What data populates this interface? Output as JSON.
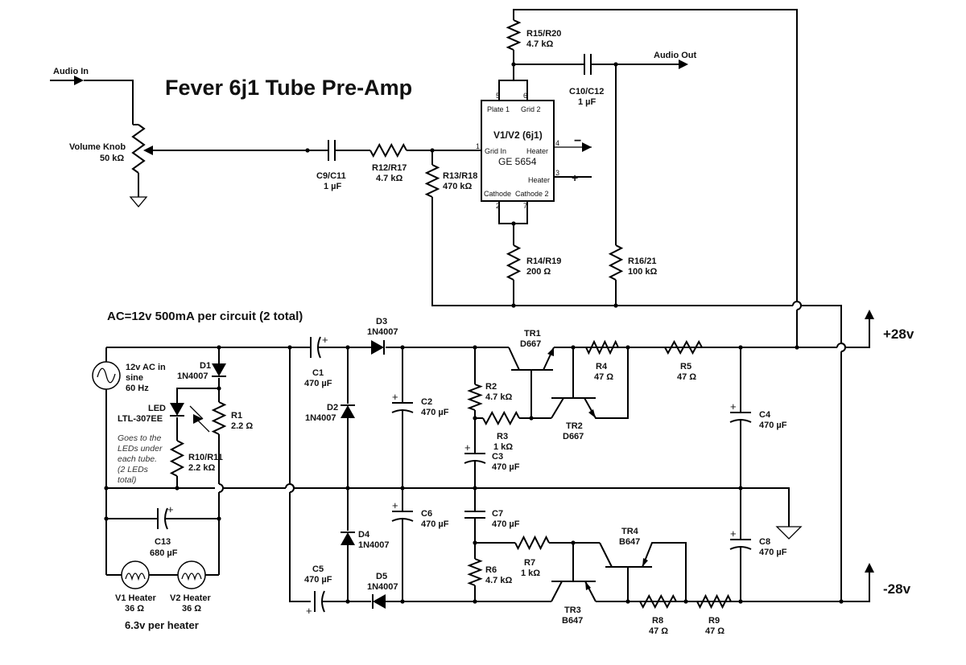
{
  "title": "Fever 6j1 Tube Pre-Amp",
  "audio_in": "Audio In",
  "audio_out": "Audio Out",
  "ac_note": "AC=12v 500mA per circuit (2 total)",
  "heater_note": "6.3v per heater",
  "led_note": [
    "Goes to the",
    "LEDs under",
    "each tube.",
    "(2 LEDs",
    "total)"
  ],
  "rails": {
    "positive": "+28v",
    "negative": "-28v"
  },
  "tube": {
    "name": "V1/V2 (6j1)",
    "part": "GE 5654",
    "pins": {
      "plate1": "Plate 1",
      "grid2": "Grid 2",
      "grid_in": "Grid In",
      "heater_a": "Heater",
      "heater_b": "Heater",
      "cathode": "Cathode",
      "cathode2": "Cathode 2"
    },
    "pin_numbers": [
      "5",
      "6",
      "1",
      "4",
      "3",
      "2",
      "7"
    ],
    "heater_signs": [
      "−",
      "+"
    ]
  },
  "components": {
    "pot": {
      "ref": "Volume Knob",
      "value": "50 kΩ"
    },
    "c9": {
      "ref": "C9/C11",
      "value": "1 µF"
    },
    "r12": {
      "ref": "R12/R17",
      "value": "4.7 kΩ"
    },
    "r13": {
      "ref": "R13/R18",
      "value": "470 kΩ"
    },
    "r15": {
      "ref": "R15/R20",
      "value": "4.7 kΩ"
    },
    "c10": {
      "ref": "C10/C12",
      "value": "1 µF"
    },
    "r14": {
      "ref": "R14/R19",
      "value": "200 Ω"
    },
    "r16": {
      "ref": "R16/21",
      "value": "100 kΩ"
    },
    "src": {
      "ref": "12v AC in",
      "type": "sine",
      "freq": "60 Hz"
    },
    "d1": {
      "ref": "D1",
      "value": "1N4007"
    },
    "led": {
      "ref": "LED",
      "value": "LTL-307EE"
    },
    "r1": {
      "ref": "R1",
      "value": "2.2 Ω"
    },
    "r10": {
      "ref": "R10/R11",
      "value": "2.2 kΩ"
    },
    "c13": {
      "ref": "C13",
      "value": "680 µF"
    },
    "v1h": {
      "ref": "V1 Heater",
      "value": "36 Ω"
    },
    "v2h": {
      "ref": "V2 Heater",
      "value": "36 Ω"
    },
    "c1": {
      "ref": "C1",
      "value": "470 µF"
    },
    "d2": {
      "ref": "D2",
      "value": "1N4007"
    },
    "d3": {
      "ref": "D3",
      "value": "1N4007"
    },
    "d4": {
      "ref": "D4",
      "value": "1N4007"
    },
    "d5": {
      "ref": "D5",
      "value": "1N4007"
    },
    "c5": {
      "ref": "C5",
      "value": "470 µF"
    },
    "c2": {
      "ref": "C2",
      "value": "470 µF"
    },
    "c6": {
      "ref": "C6",
      "value": "470 µF"
    },
    "r2": {
      "ref": "R2",
      "value": "4.7 kΩ"
    },
    "r3": {
      "ref": "R3",
      "value": "1 kΩ"
    },
    "c3": {
      "ref": "C3",
      "value": "470 µF"
    },
    "c7": {
      "ref": "C7",
      "value": "470 µF"
    },
    "r6": {
      "ref": "R6",
      "value": "4.7 kΩ"
    },
    "r7": {
      "ref": "R7",
      "value": "1 kΩ"
    },
    "tr1": {
      "ref": "TR1",
      "value": "D667"
    },
    "tr2": {
      "ref": "TR2",
      "value": "D667"
    },
    "tr3": {
      "ref": "TR3",
      "value": "B647"
    },
    "tr4": {
      "ref": "TR4",
      "value": "B647"
    },
    "r4": {
      "ref": "R4",
      "value": "47 Ω"
    },
    "r5": {
      "ref": "R5",
      "value": "47 Ω"
    },
    "r8": {
      "ref": "R8",
      "value": "47 Ω"
    },
    "r9": {
      "ref": "R9",
      "value": "47 Ω"
    },
    "c4": {
      "ref": "C4",
      "value": "470 µF"
    },
    "c8": {
      "ref": "C8",
      "value": "470 µF"
    }
  }
}
